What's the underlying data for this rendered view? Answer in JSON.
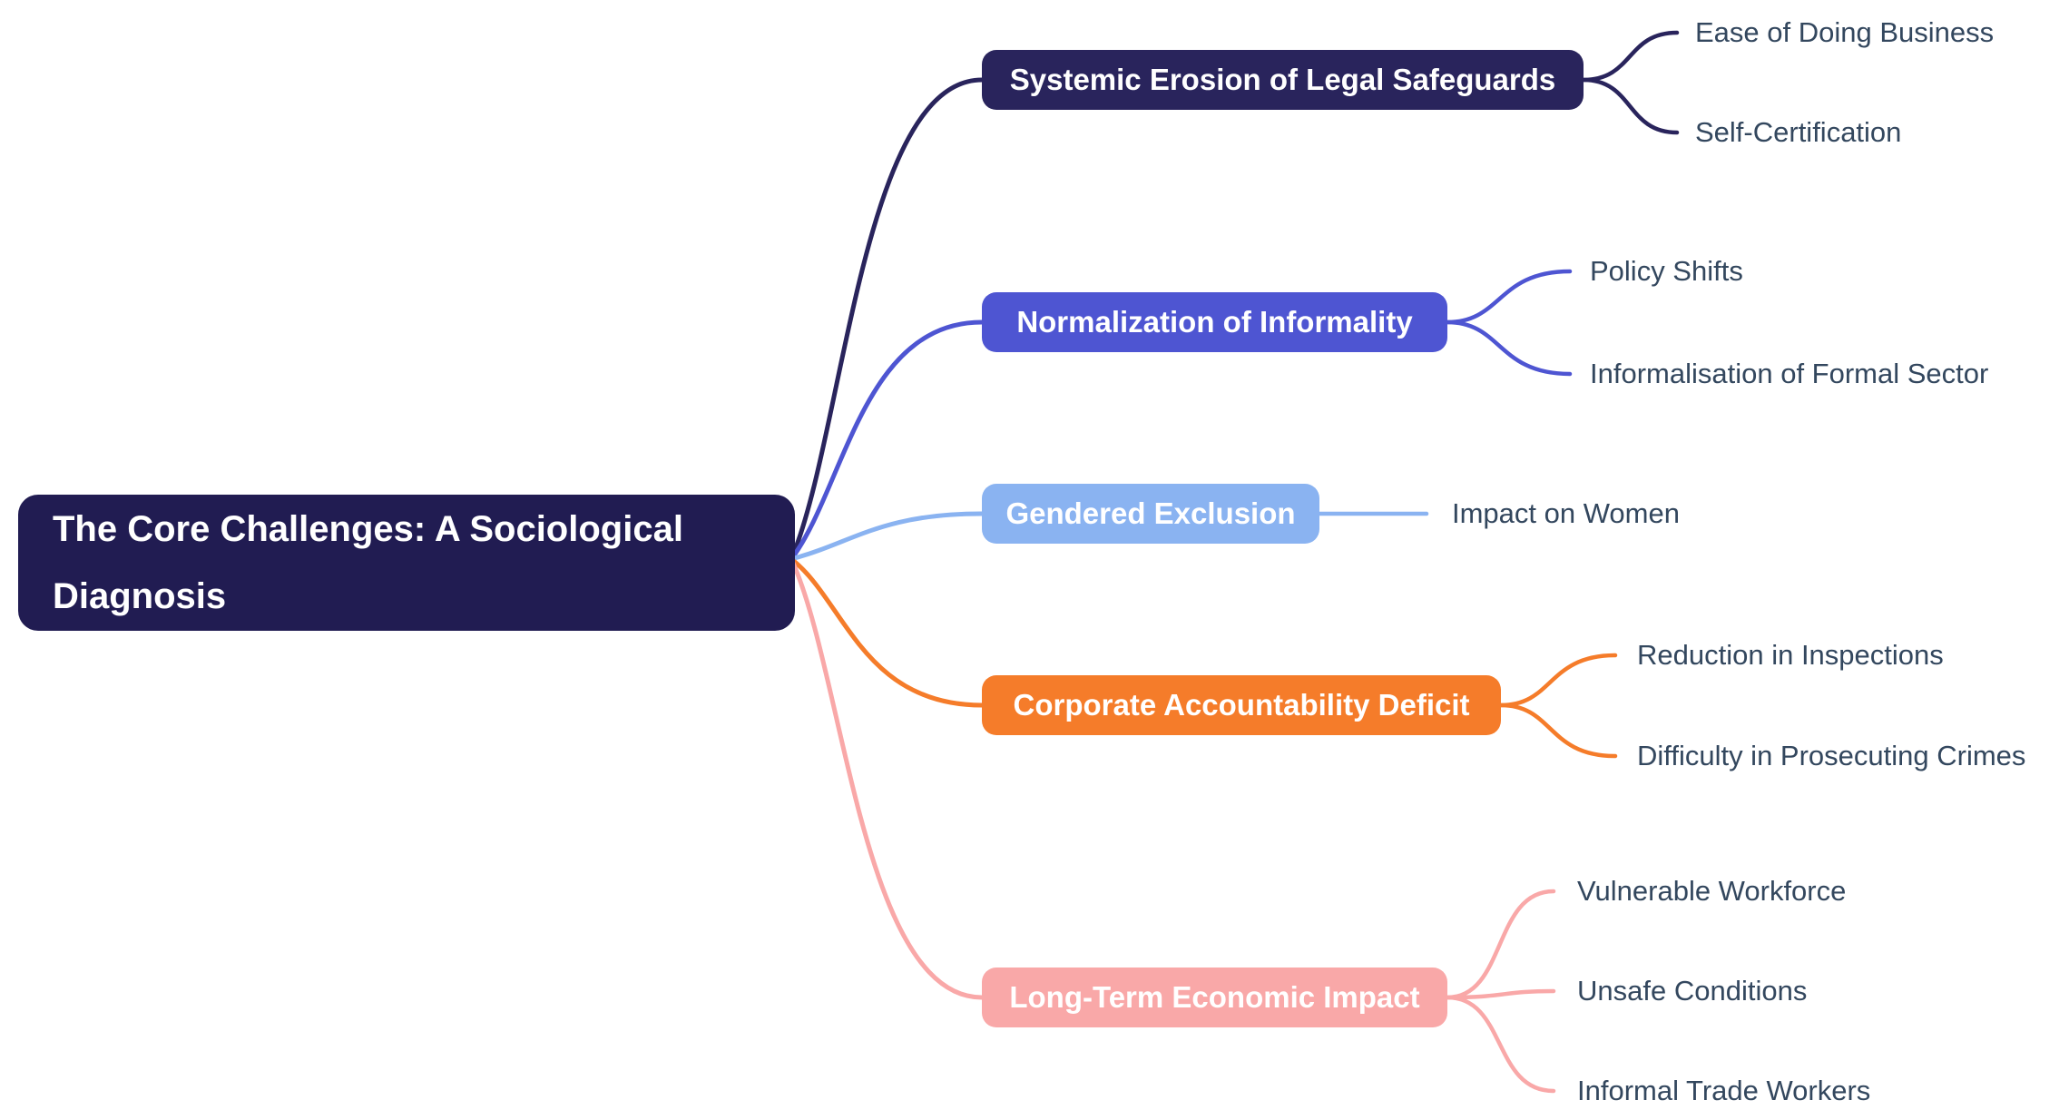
{
  "canvas": {
    "background": "#ffffff"
  },
  "root": {
    "label": "The Core Challenges: A Sociological Diagnosis",
    "bg": "#211c52",
    "text_color": "#ffffff"
  },
  "branches": [
    {
      "label": "Systemic Erosion of Legal Safeguards",
      "color": "#29245c",
      "text_color": "#ffffff",
      "children": [
        {
          "label": "Ease of Doing Business"
        },
        {
          "label": "Self-Certification"
        }
      ]
    },
    {
      "label": "Normalization of Informality",
      "color": "#4e55d2",
      "text_color": "#ffffff",
      "children": [
        {
          "label": "Policy Shifts"
        },
        {
          "label": "Informalisation of Formal Sector"
        }
      ]
    },
    {
      "label": "Gendered Exclusion",
      "color": "#8ab3f1",
      "text_color": "#ffffff",
      "children": [
        {
          "label": "Impact on Women"
        }
      ]
    },
    {
      "label": "Corporate Accountability Deficit",
      "color": "#f57c2a",
      "text_color": "#ffffff",
      "children": [
        {
          "label": "Reduction in Inspections"
        },
        {
          "label": "Difficulty in Prosecuting Crimes"
        }
      ]
    },
    {
      "label": "Long-Term Economic Impact",
      "color": "#f9a8a8",
      "text_color": "#ffffff",
      "children": [
        {
          "label": "Vulnerable Workforce"
        },
        {
          "label": "Unsafe Conditions"
        },
        {
          "label": "Informal Trade Workers"
        }
      ]
    }
  ],
  "styles": {
    "leaf_text_color": "#33475e"
  }
}
